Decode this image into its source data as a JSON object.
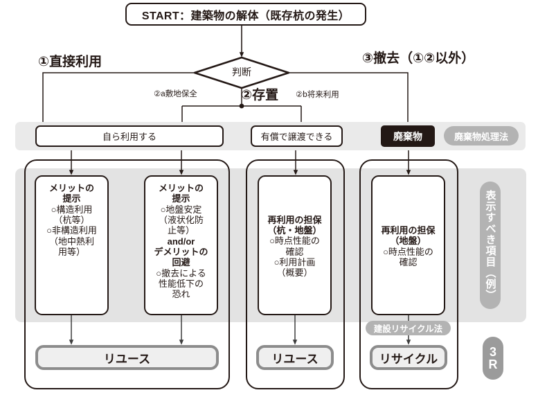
{
  "start": {
    "label": "START：建築物の解体（既存杭の発生）"
  },
  "decision": {
    "label": "判断"
  },
  "branches": {
    "direct": "①直接利用",
    "remove": "③撤去（①②以外）",
    "keep": "②存置",
    "keep_a": "②a敷地保全",
    "keep_b": "②b将来利用"
  },
  "status_boxes": [
    {
      "label": "自ら利用する"
    },
    {
      "label": "有償で譲渡できる"
    },
    {
      "label": "廃棄物"
    }
  ],
  "law_pills": {
    "waste": "廃棄物処理法",
    "construction_recycle": "建設リサイクル法"
  },
  "detail_boxes": [
    {
      "head": "メリットの\n提示",
      "body": "○構造利用\n（杭等）\n○非構造利用\n（地中熱利\n用等）"
    },
    {
      "head": "メリットの\n提示",
      "body": "○地盤安定\n（液状化防\n止等）",
      "head2": "and/or\nデメリットの\n回避",
      "body2": "○撤去による\n性能低下の\n恐れ"
    },
    {
      "head": "再利用の担保\n（杭・地盤）",
      "body": "○時点性能の\n確認\n○利用計画\n（概要）"
    },
    {
      "head": "再利用の担保\n（地盤）",
      "body": "○時点性能の\n確認"
    }
  ],
  "outcomes": [
    {
      "label": "リユース"
    },
    {
      "label": "リユース"
    },
    {
      "label": "リサイクル"
    }
  ],
  "side_legend": {
    "title": "表示すべき項目（例）",
    "r3_line1": "3",
    "r3_line2": "R"
  },
  "colors": {
    "ink": "#231815",
    "panel_gray": "#e3e3e3",
    "band_gray": "#eaeaea",
    "pill_gray": "#b3b3b3",
    "outcome_border": "#8c8c8c",
    "outcome_fill": "#efefef"
  }
}
